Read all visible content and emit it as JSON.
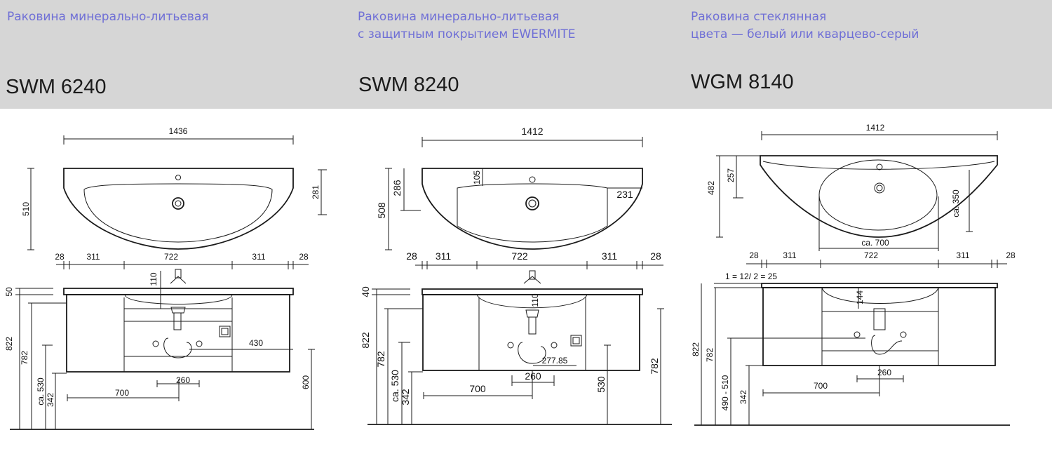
{
  "products": [
    {
      "subtitle": "Раковина минерально-литьевая",
      "model": "SWM 6240",
      "dims": {
        "width": "1436",
        "depth": "510",
        "basin_depth": "281",
        "side_left": "28",
        "seg_left": "311",
        "seg_mid": "722",
        "seg_right": "311",
        "side_right": "28",
        "top_thickness": "50",
        "tap_height": "110",
        "height_total": "822",
        "height_cab": "782",
        "siphon_height": "ca. 530",
        "floor_gap": "342",
        "pipe_offset": "700",
        "drain_span": "260",
        "wall_drain": "430",
        "wall_height": "600"
      }
    },
    {
      "subtitle": "Раковина минерально-литьевая\nс защитным покрытием EWERMITE",
      "model": "SWM 8240",
      "dims": {
        "width": "1412",
        "depth": "508",
        "basin_depth": "286",
        "tap_offset": "105",
        "bowl_depth": "231",
        "side_left": "28",
        "seg_left": "311",
        "seg_mid": "722",
        "seg_right": "311",
        "side_right": "28",
        "top_thickness": "40",
        "tap_height": "110",
        "height_total": "822",
        "height_cab": "782",
        "siphon_height": "ca. 530",
        "floor_gap": "342",
        "pipe_offset": "700",
        "drain_span": "260",
        "pipe_span": "277.85",
        "wall_drain": "530",
        "wall_height": "782"
      }
    },
    {
      "subtitle": "Раковина стеклянная\nцвета — белый или кварцево-серый",
      "model": "WGM 8140",
      "dims": {
        "width": "1412",
        "depth": "482",
        "basin_depth": "257",
        "bowl_depth": "ca. 350",
        "bowl_width": "ca. 700",
        "side_left": "28",
        "seg_left": "311",
        "seg_mid": "722",
        "seg_right": "311",
        "side_right": "28",
        "glass_note": "1 = 12/ 2 = 25",
        "bowl_height": "144",
        "height_total": "822",
        "height_cab": "782",
        "siphon_range": "490 - 510",
        "floor_gap": "342",
        "pipe_offset": "700",
        "drain_span": "260"
      }
    }
  ]
}
